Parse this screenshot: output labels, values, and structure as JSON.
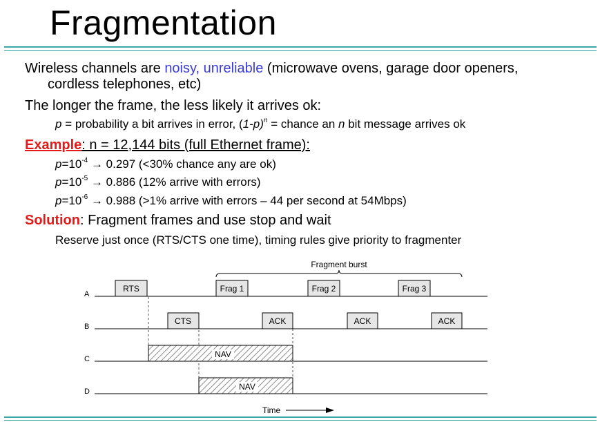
{
  "title": "Fragmentation",
  "bullets": {
    "b1_a": "Wireless channels are ",
    "b1_highlight": "noisy, unreliable",
    "b1_b": " (microwave ovens, garage door openers,",
    "b1_c": "cordless telephones, etc)",
    "b2": "The longer the frame, the less likely it arrives ok:",
    "b2_sub_p": "p",
    "b2_sub_a": " = probability a bit arrives in error, (",
    "b2_sub_1p": "1-p)",
    "b2_sub_n": "n",
    "b2_sub_b": " = chance an ",
    "b2_sub_n2": "n",
    "b2_sub_c": " bit message arrives ok",
    "example_label": "Example",
    "example_text": ": n = 12,144 bits (full Ethernet frame):",
    "ex1_p": "p",
    "ex1_a": "=10",
    "ex1_exp": "-4",
    "ex1_b": " → 0.297 (<30% chance any are ok)",
    "ex2_p": "p",
    "ex2_a": "=10",
    "ex2_exp": "-5",
    "ex2_b": " → 0.886 (12% arrive with errors)",
    "ex3_p": "p",
    "ex3_a": "=10",
    "ex3_exp": "-6",
    "ex3_b": " → 0.988 (>1% arrive with errors – 44 per second at 54Mbps)",
    "solution_label": "Solution",
    "solution_text": ": Fragment frames and use stop and wait",
    "solution_sub": "Reserve just once (RTS/CTS one time), timing rules give priority to fragmenter"
  },
  "diagram": {
    "burst_label": "Fragment burst",
    "rows": [
      "A",
      "B",
      "C",
      "D"
    ],
    "rts": "RTS",
    "cts": "CTS",
    "frag1": "Frag 1",
    "frag2": "Frag 2",
    "frag3": "Frag 3",
    "ack1": "ACK",
    "ack2": "ACK",
    "ack3": "ACK",
    "nav_c": "NAV",
    "nav_d": "NAV",
    "time_label": "Time",
    "colors": {
      "rule": "#3aa6a6",
      "highlight": "#3b3bd6",
      "emphasis": "#e31a1a",
      "box_fill": "#e6e6e6"
    }
  }
}
